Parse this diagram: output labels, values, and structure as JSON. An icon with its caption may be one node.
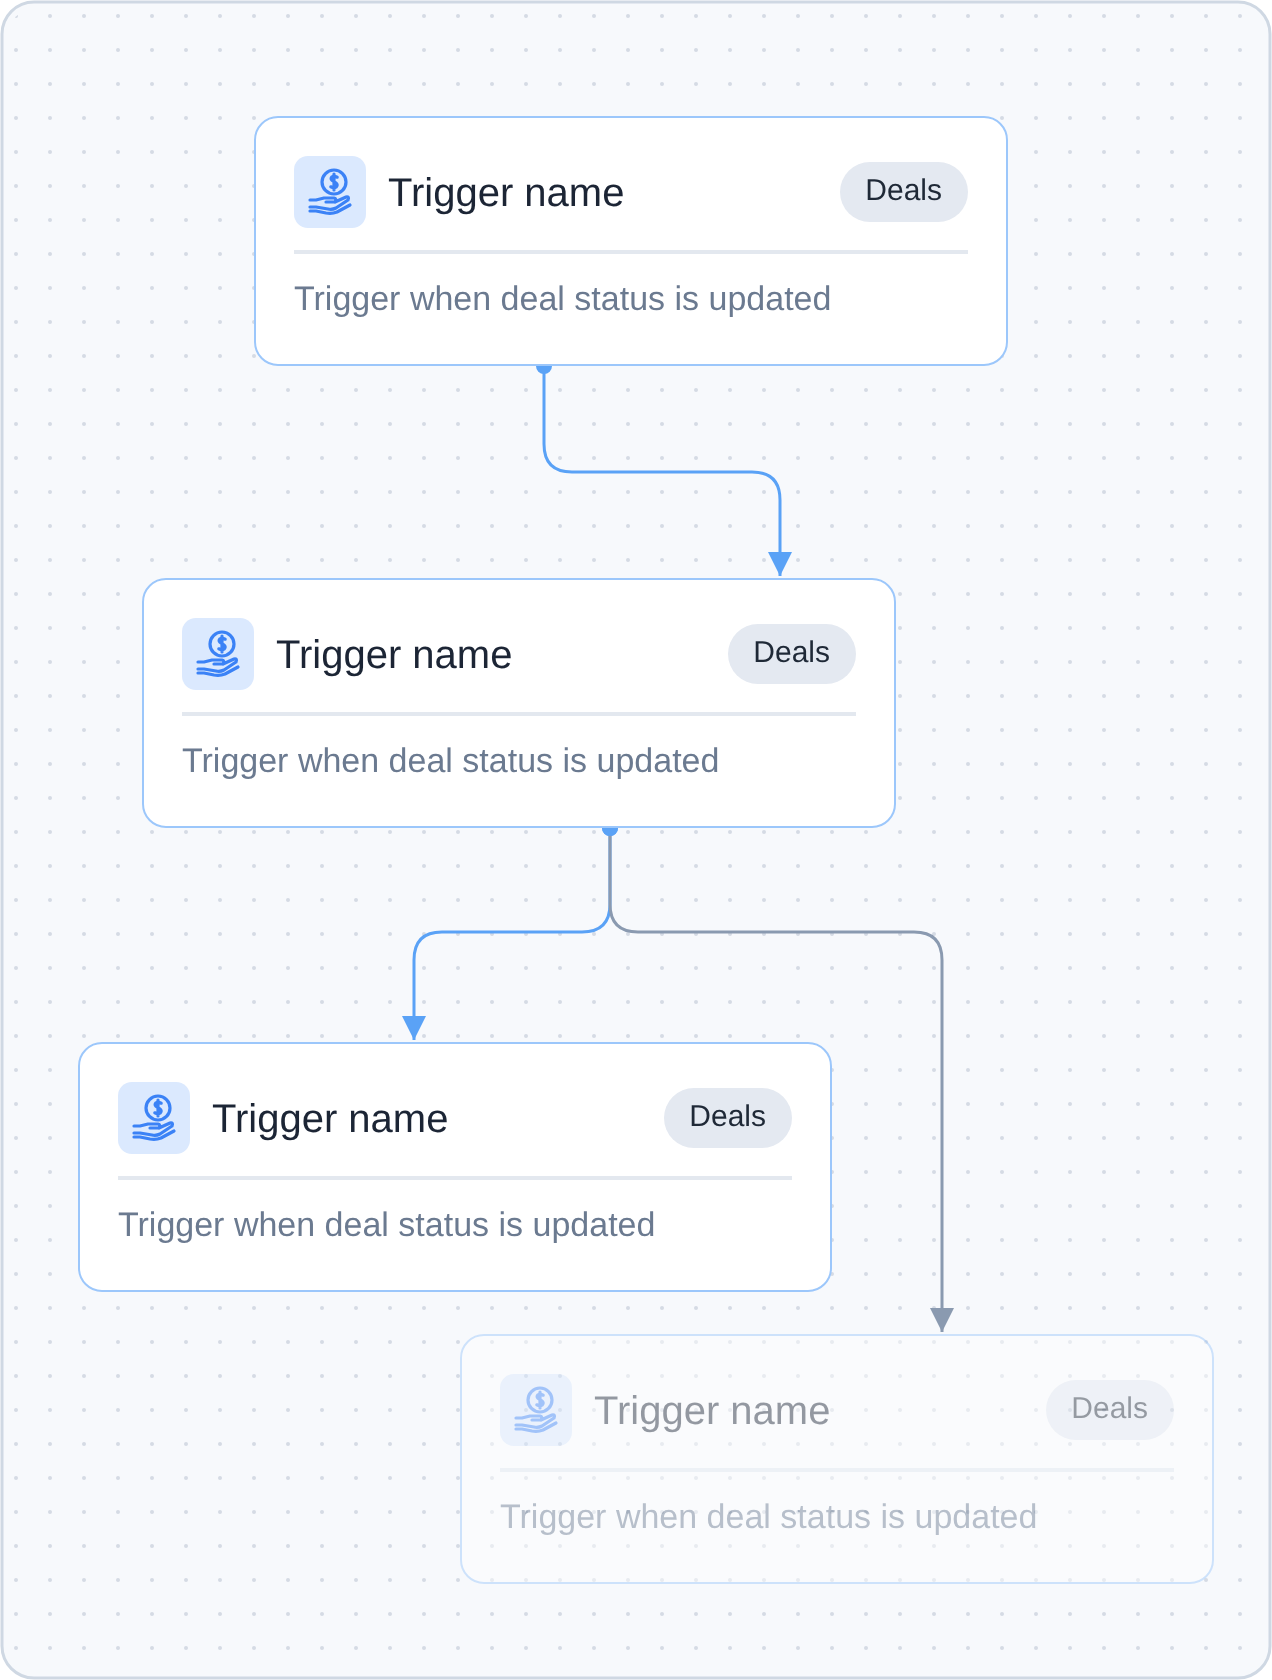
{
  "diagram": {
    "nodes": [
      {
        "text": [
          "Trigger name",
          "Deals",
          "Trigger when deal status is updated"
        ]
      },
      {
        "text": [
          "Trigger name",
          "Deals",
          "Trigger when deal status is updated"
        ]
      },
      {
        "text": [
          "Trigger name",
          "Deals",
          "Trigger when deal status is updated"
        ]
      },
      {
        "text": [
          "Trigger name",
          "Deals",
          "Trigger when deal status is updated"
        ]
      }
    ],
    "edges": [
      {
        "from": 0,
        "to": 1,
        "arrow": "to"
      },
      {
        "from": 1,
        "to": 2,
        "arrow": "to"
      },
      {
        "from": 1,
        "to": 3,
        "arrow": "to",
        "color": "#8a9ab0"
      }
    ]
  }
}
